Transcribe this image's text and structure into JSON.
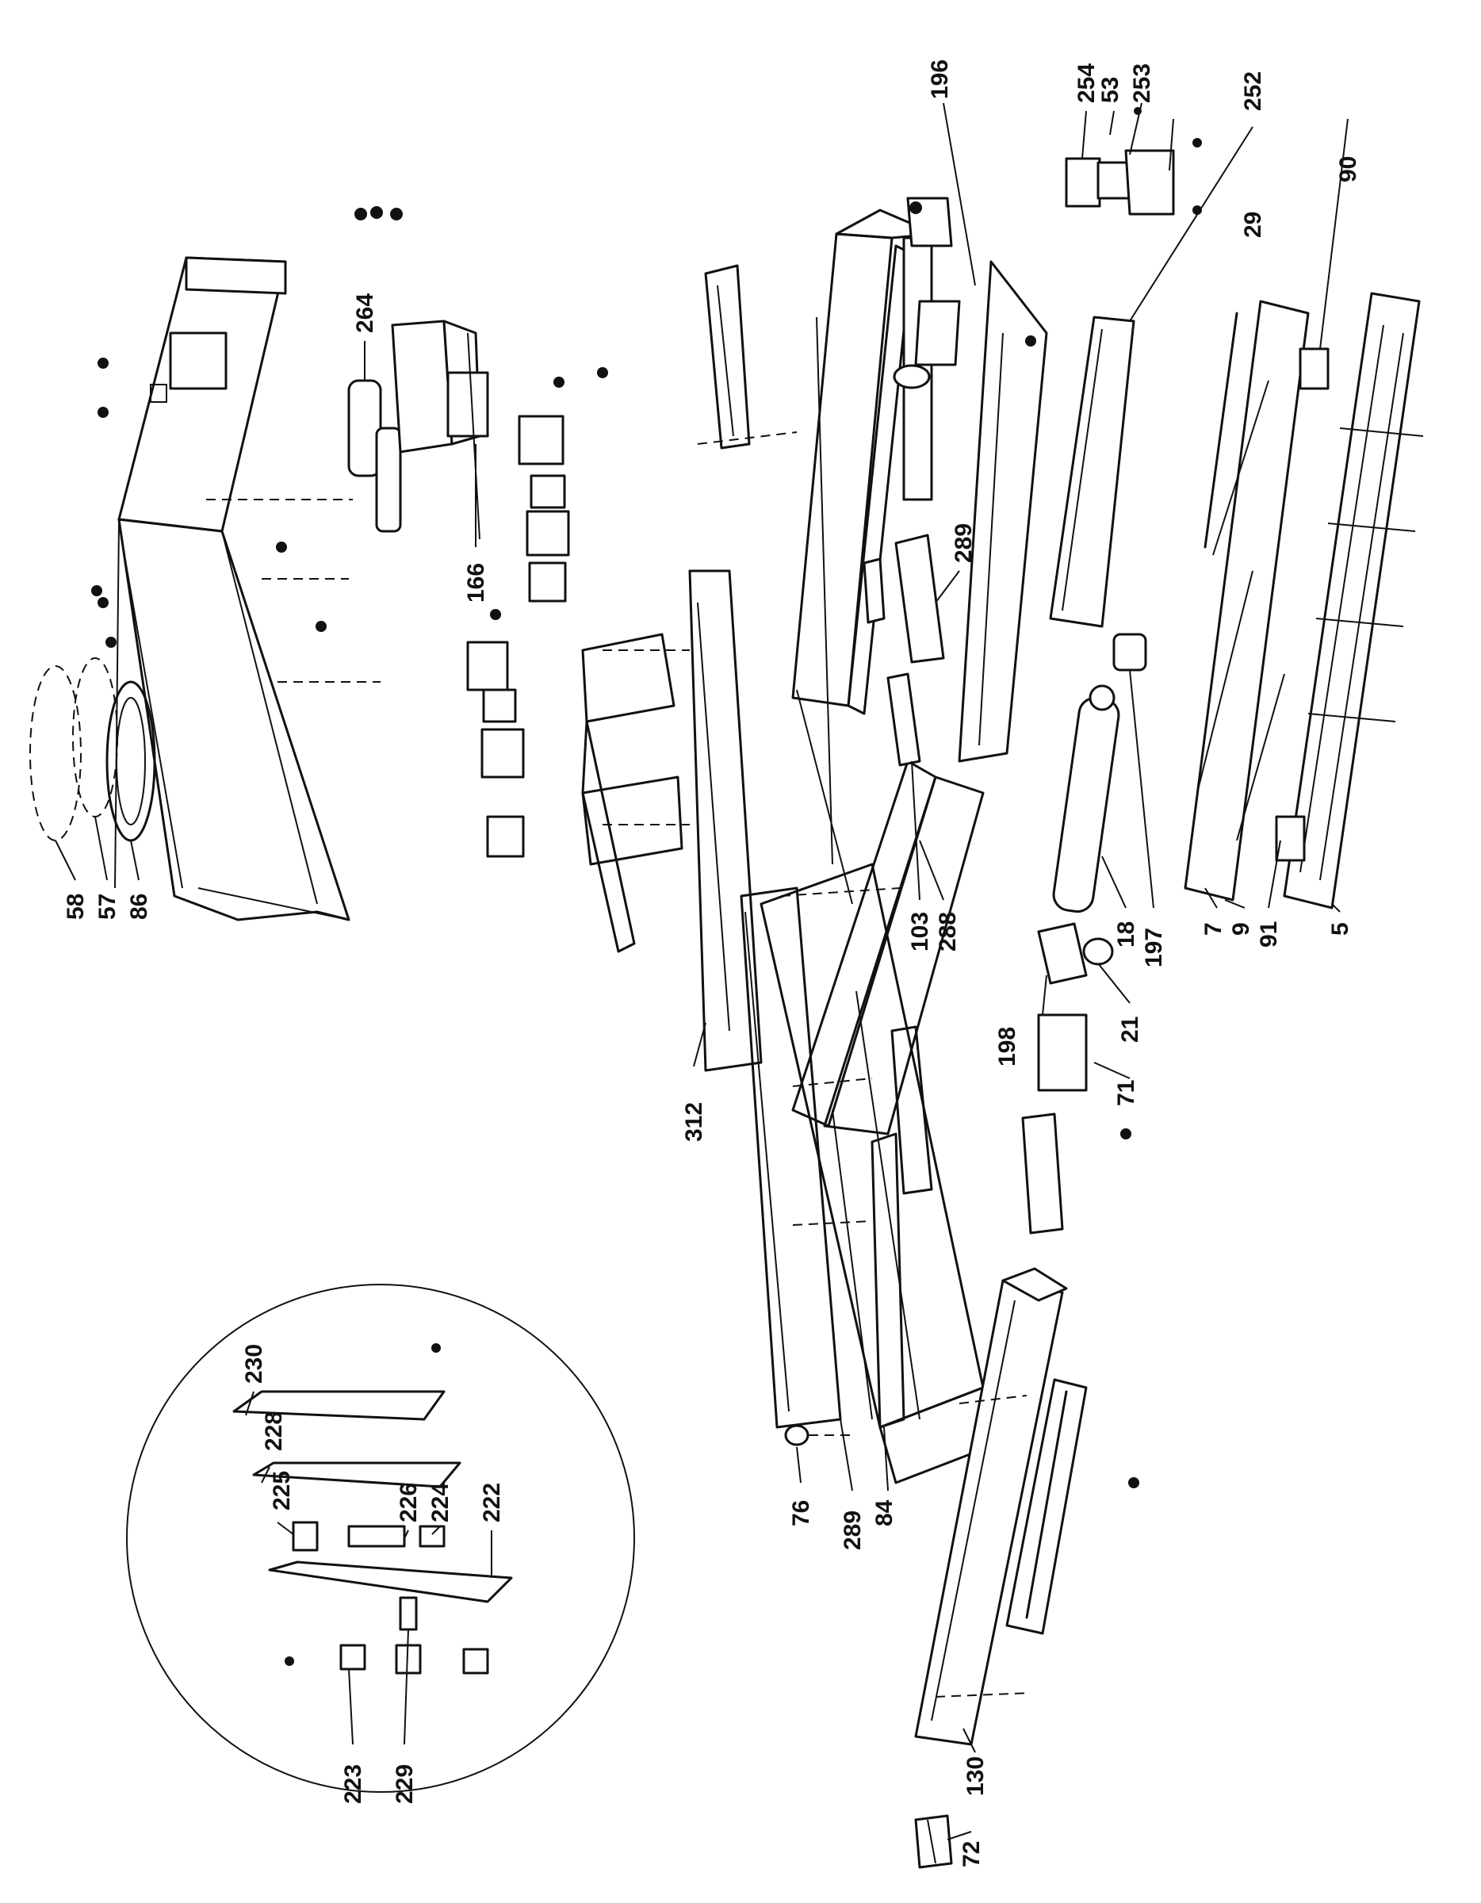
{
  "callouts": {
    "c58": "58",
    "c57": "57",
    "c86": "86",
    "c264": "264",
    "c166": "166",
    "c312": "312",
    "c196": "196",
    "c289a": "289",
    "c103": "103",
    "c288": "288",
    "c254": "254",
    "c53": "53",
    "c253": "253",
    "c252": "252",
    "c90": "90",
    "c29": "29",
    "c197": "197",
    "c18": "18",
    "c7": "7",
    "c9": "9",
    "c91": "91",
    "c5": "5",
    "c21": "21",
    "c198": "198",
    "c71": "71",
    "c76": "76",
    "c289b": "289",
    "c84": "84",
    "c130": "130",
    "c72": "72",
    "c230": "230",
    "c228": "228",
    "c225": "225",
    "c226": "226",
    "c224": "224",
    "c222": "222",
    "c223": "223",
    "c229": "229"
  }
}
